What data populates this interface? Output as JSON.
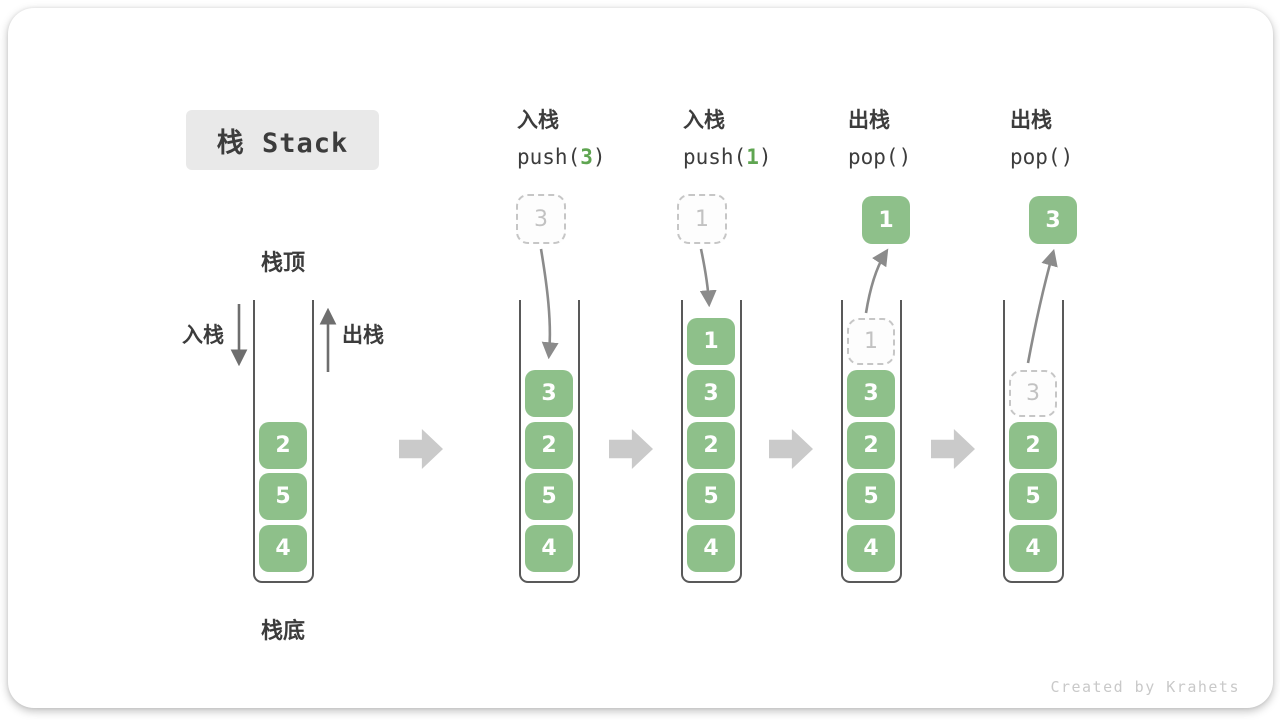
{
  "title": "栈 Stack",
  "legend": {
    "top": "栈顶",
    "bottom": "栈底",
    "push": "入栈",
    "pop": "出栈"
  },
  "initial_stack": {
    "elements_top_to_bottom": [
      "2",
      "5",
      "4"
    ]
  },
  "steps": [
    {
      "action_cn": "入栈",
      "code": {
        "pre": "push(",
        "arg": "3",
        "post": ")"
      },
      "floating": {
        "value": "3",
        "ghost": true
      },
      "direction": "in",
      "stack_top_to_bottom": [
        {
          "v": "3"
        },
        {
          "v": "2"
        },
        {
          "v": "5"
        },
        {
          "v": "4"
        }
      ]
    },
    {
      "action_cn": "入栈",
      "code": {
        "pre": "push(",
        "arg": "1",
        "post": ")"
      },
      "floating": {
        "value": "1",
        "ghost": true
      },
      "direction": "in",
      "stack_top_to_bottom": [
        {
          "v": "1"
        },
        {
          "v": "3"
        },
        {
          "v": "2"
        },
        {
          "v": "5"
        },
        {
          "v": "4"
        }
      ]
    },
    {
      "action_cn": "出栈",
      "code": {
        "pre": "pop(",
        "arg": "",
        "post": ")"
      },
      "floating": {
        "value": "1",
        "ghost": false
      },
      "direction": "out",
      "stack_top_to_bottom": [
        {
          "v": "1",
          "ghost": true
        },
        {
          "v": "3"
        },
        {
          "v": "2"
        },
        {
          "v": "5"
        },
        {
          "v": "4"
        }
      ]
    },
    {
      "action_cn": "出栈",
      "code": {
        "pre": "pop(",
        "arg": "",
        "post": ")"
      },
      "floating": {
        "value": "3",
        "ghost": false
      },
      "direction": "out",
      "stack_top_to_bottom": [
        {
          "v": "3",
          "ghost": true
        },
        {
          "v": "2"
        },
        {
          "v": "5"
        },
        {
          "v": "4"
        }
      ]
    }
  ],
  "watermark": "Created by Krahets",
  "colors": {
    "element_green": "#8EC08A",
    "arg_green": "#5FA551",
    "ink": "#3C3C3C",
    "wall": "#595959",
    "arrow": "#8B8B8B",
    "arrow_dark": "#6E6E6E",
    "flow_arrow": "#CACACA",
    "dashed_border": "#C6C6C6",
    "dashed_text": "#C2C2C2",
    "title_bg": "#E9E9E9",
    "watermark": "#C9C9C9"
  }
}
